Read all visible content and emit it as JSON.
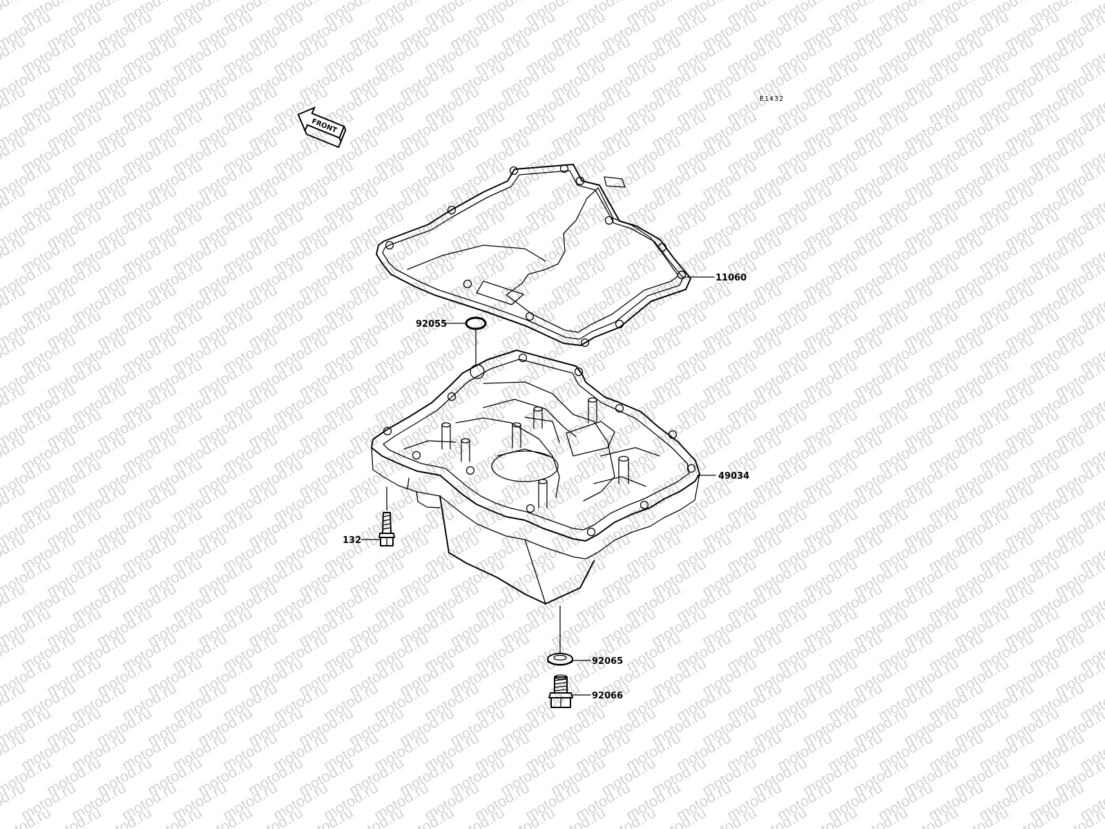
{
  "diagram": {
    "code": "E1432",
    "direction_label": "FRONT",
    "watermark_text": "motod.ru",
    "parts": [
      {
        "number": "11060",
        "name_icon": "oil-pan-gasket"
      },
      {
        "number": "92055",
        "name_icon": "o-ring"
      },
      {
        "number": "49034",
        "name_icon": "oil-pan"
      },
      {
        "number": "132",
        "name_icon": "flanged-bolt"
      },
      {
        "number": "92065",
        "name_icon": "drain-plug-washer"
      },
      {
        "number": "92066",
        "name_icon": "drain-plug"
      }
    ]
  }
}
